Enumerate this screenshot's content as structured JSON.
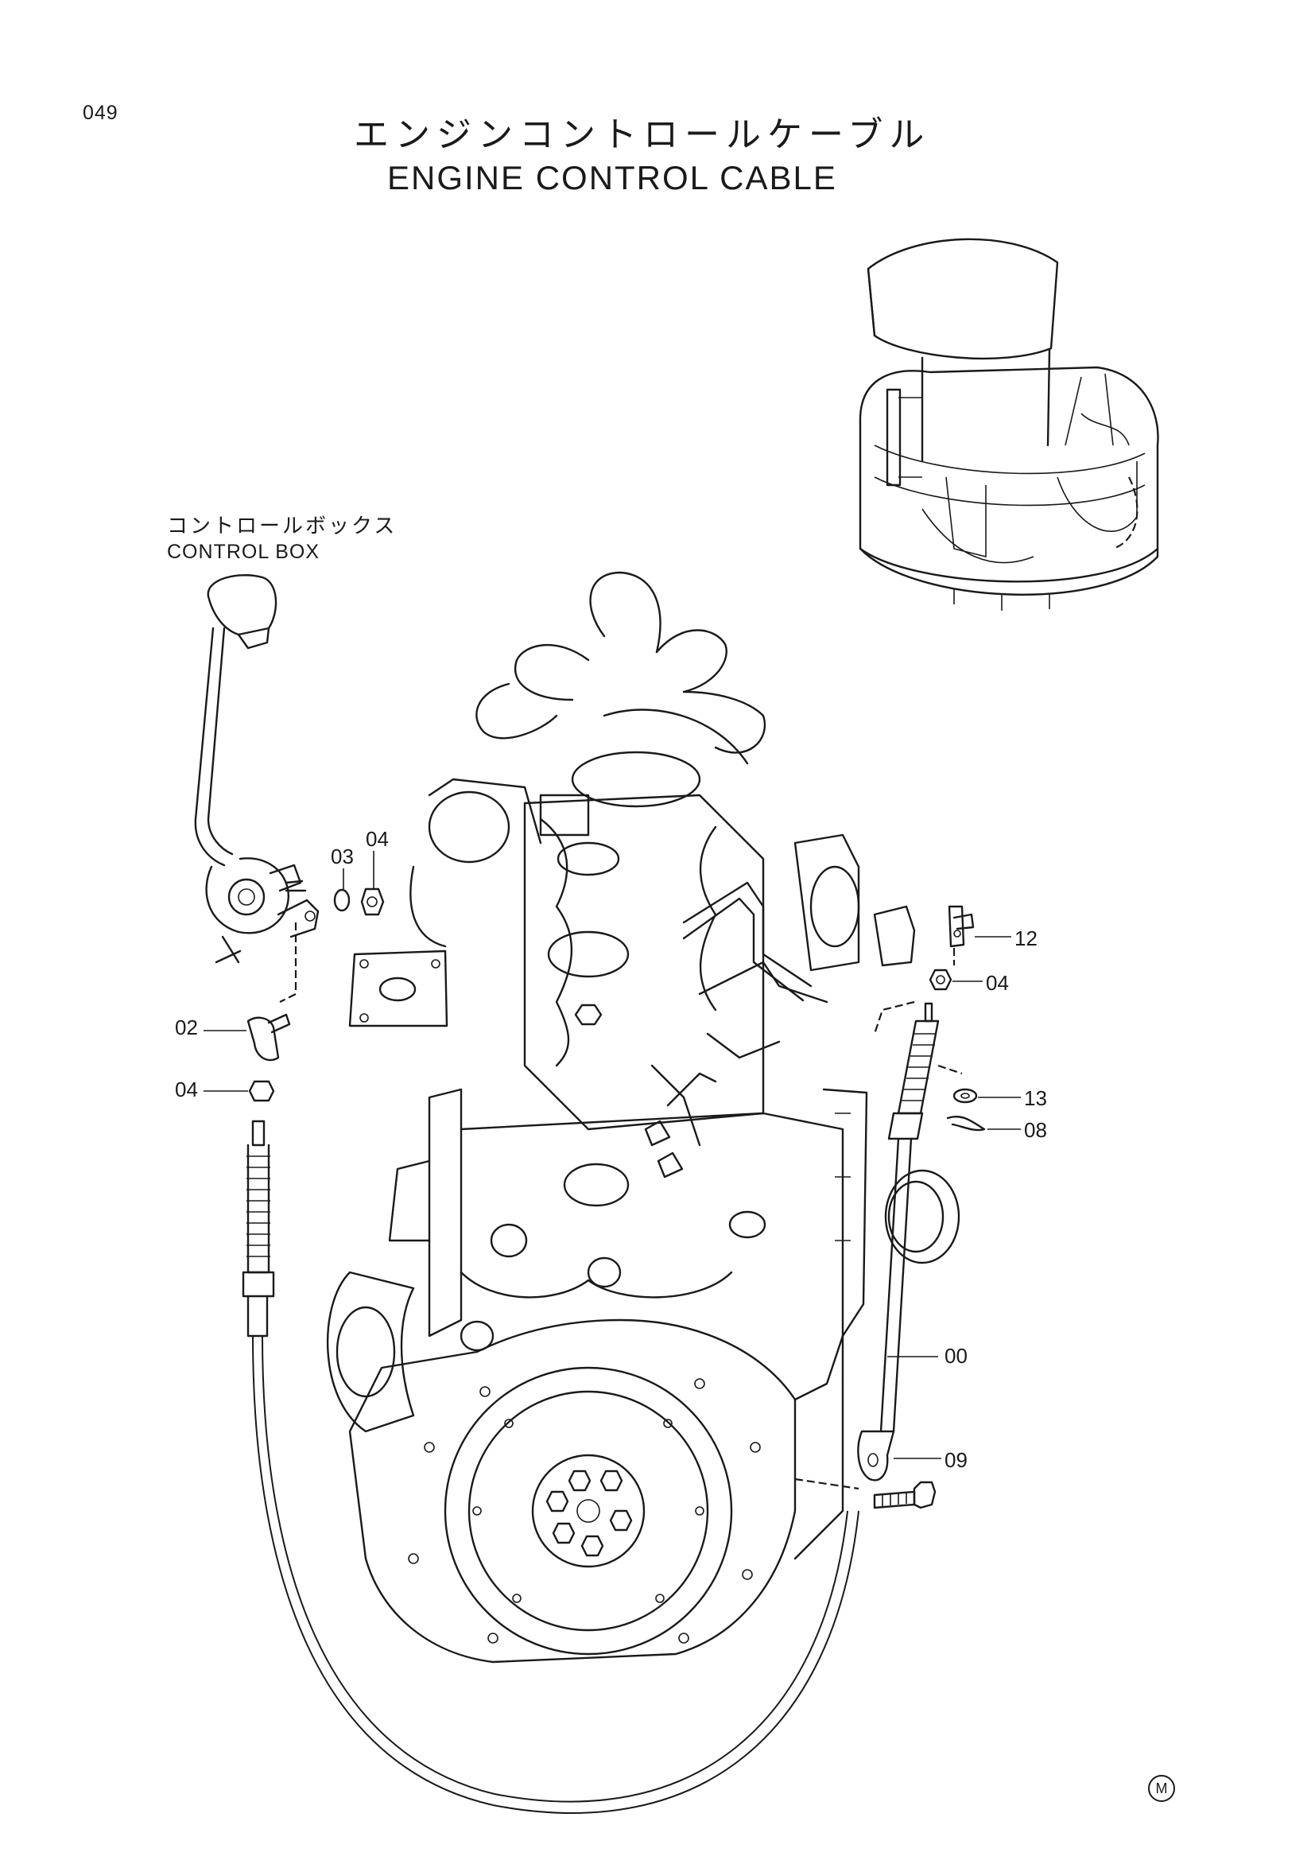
{
  "page": {
    "number": "049"
  },
  "title": {
    "japanese": "エンジンコントロールケーブル",
    "english": "ENGINE CONTROL CABLE"
  },
  "control_box_label": {
    "japanese": "コントロールボックス",
    "english": "CONTROL BOX"
  },
  "callouts": [
    {
      "id": "c-03",
      "label": "03"
    },
    {
      "id": "c-04-top",
      "label": "04"
    },
    {
      "id": "c-02",
      "label": "02"
    },
    {
      "id": "c-04-left",
      "label": "04"
    },
    {
      "id": "c-12",
      "label": "12"
    },
    {
      "id": "c-04-right",
      "label": "04"
    },
    {
      "id": "c-13",
      "label": "13"
    },
    {
      "id": "c-08",
      "label": "08"
    },
    {
      "id": "c-00",
      "label": "00"
    },
    {
      "id": "c-09",
      "label": "09"
    }
  ],
  "footer_mark": "M"
}
